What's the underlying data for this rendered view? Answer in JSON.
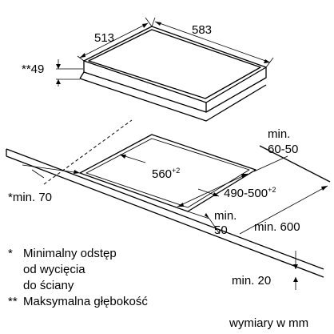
{
  "hob": {
    "width_label": "583",
    "depth_label": "513",
    "height_label": "**49"
  },
  "cutout": {
    "width_label": "560",
    "width_tolerance": "+2",
    "depth_label": "490-500",
    "depth_tolerance": "+2"
  },
  "clearances": {
    "back_line1": "min.",
    "back_line2": "60-50",
    "front_line1": "min.",
    "front_line2": "50",
    "side_label": "*min. 70",
    "worktop_depth": "min. 600",
    "worktop_thickness": "min. 20"
  },
  "notes": {
    "n1_marker": "*",
    "n1_line1": "Minimalny odstęp",
    "n1_line2": "od wycięcia",
    "n1_line3": "do ściany",
    "n2_marker": "**",
    "n2_text": "Maksymalna głębokość"
  },
  "units_label": "wymiary w mm",
  "colors": {
    "ink": "#000000",
    "background": "#ffffff"
  }
}
